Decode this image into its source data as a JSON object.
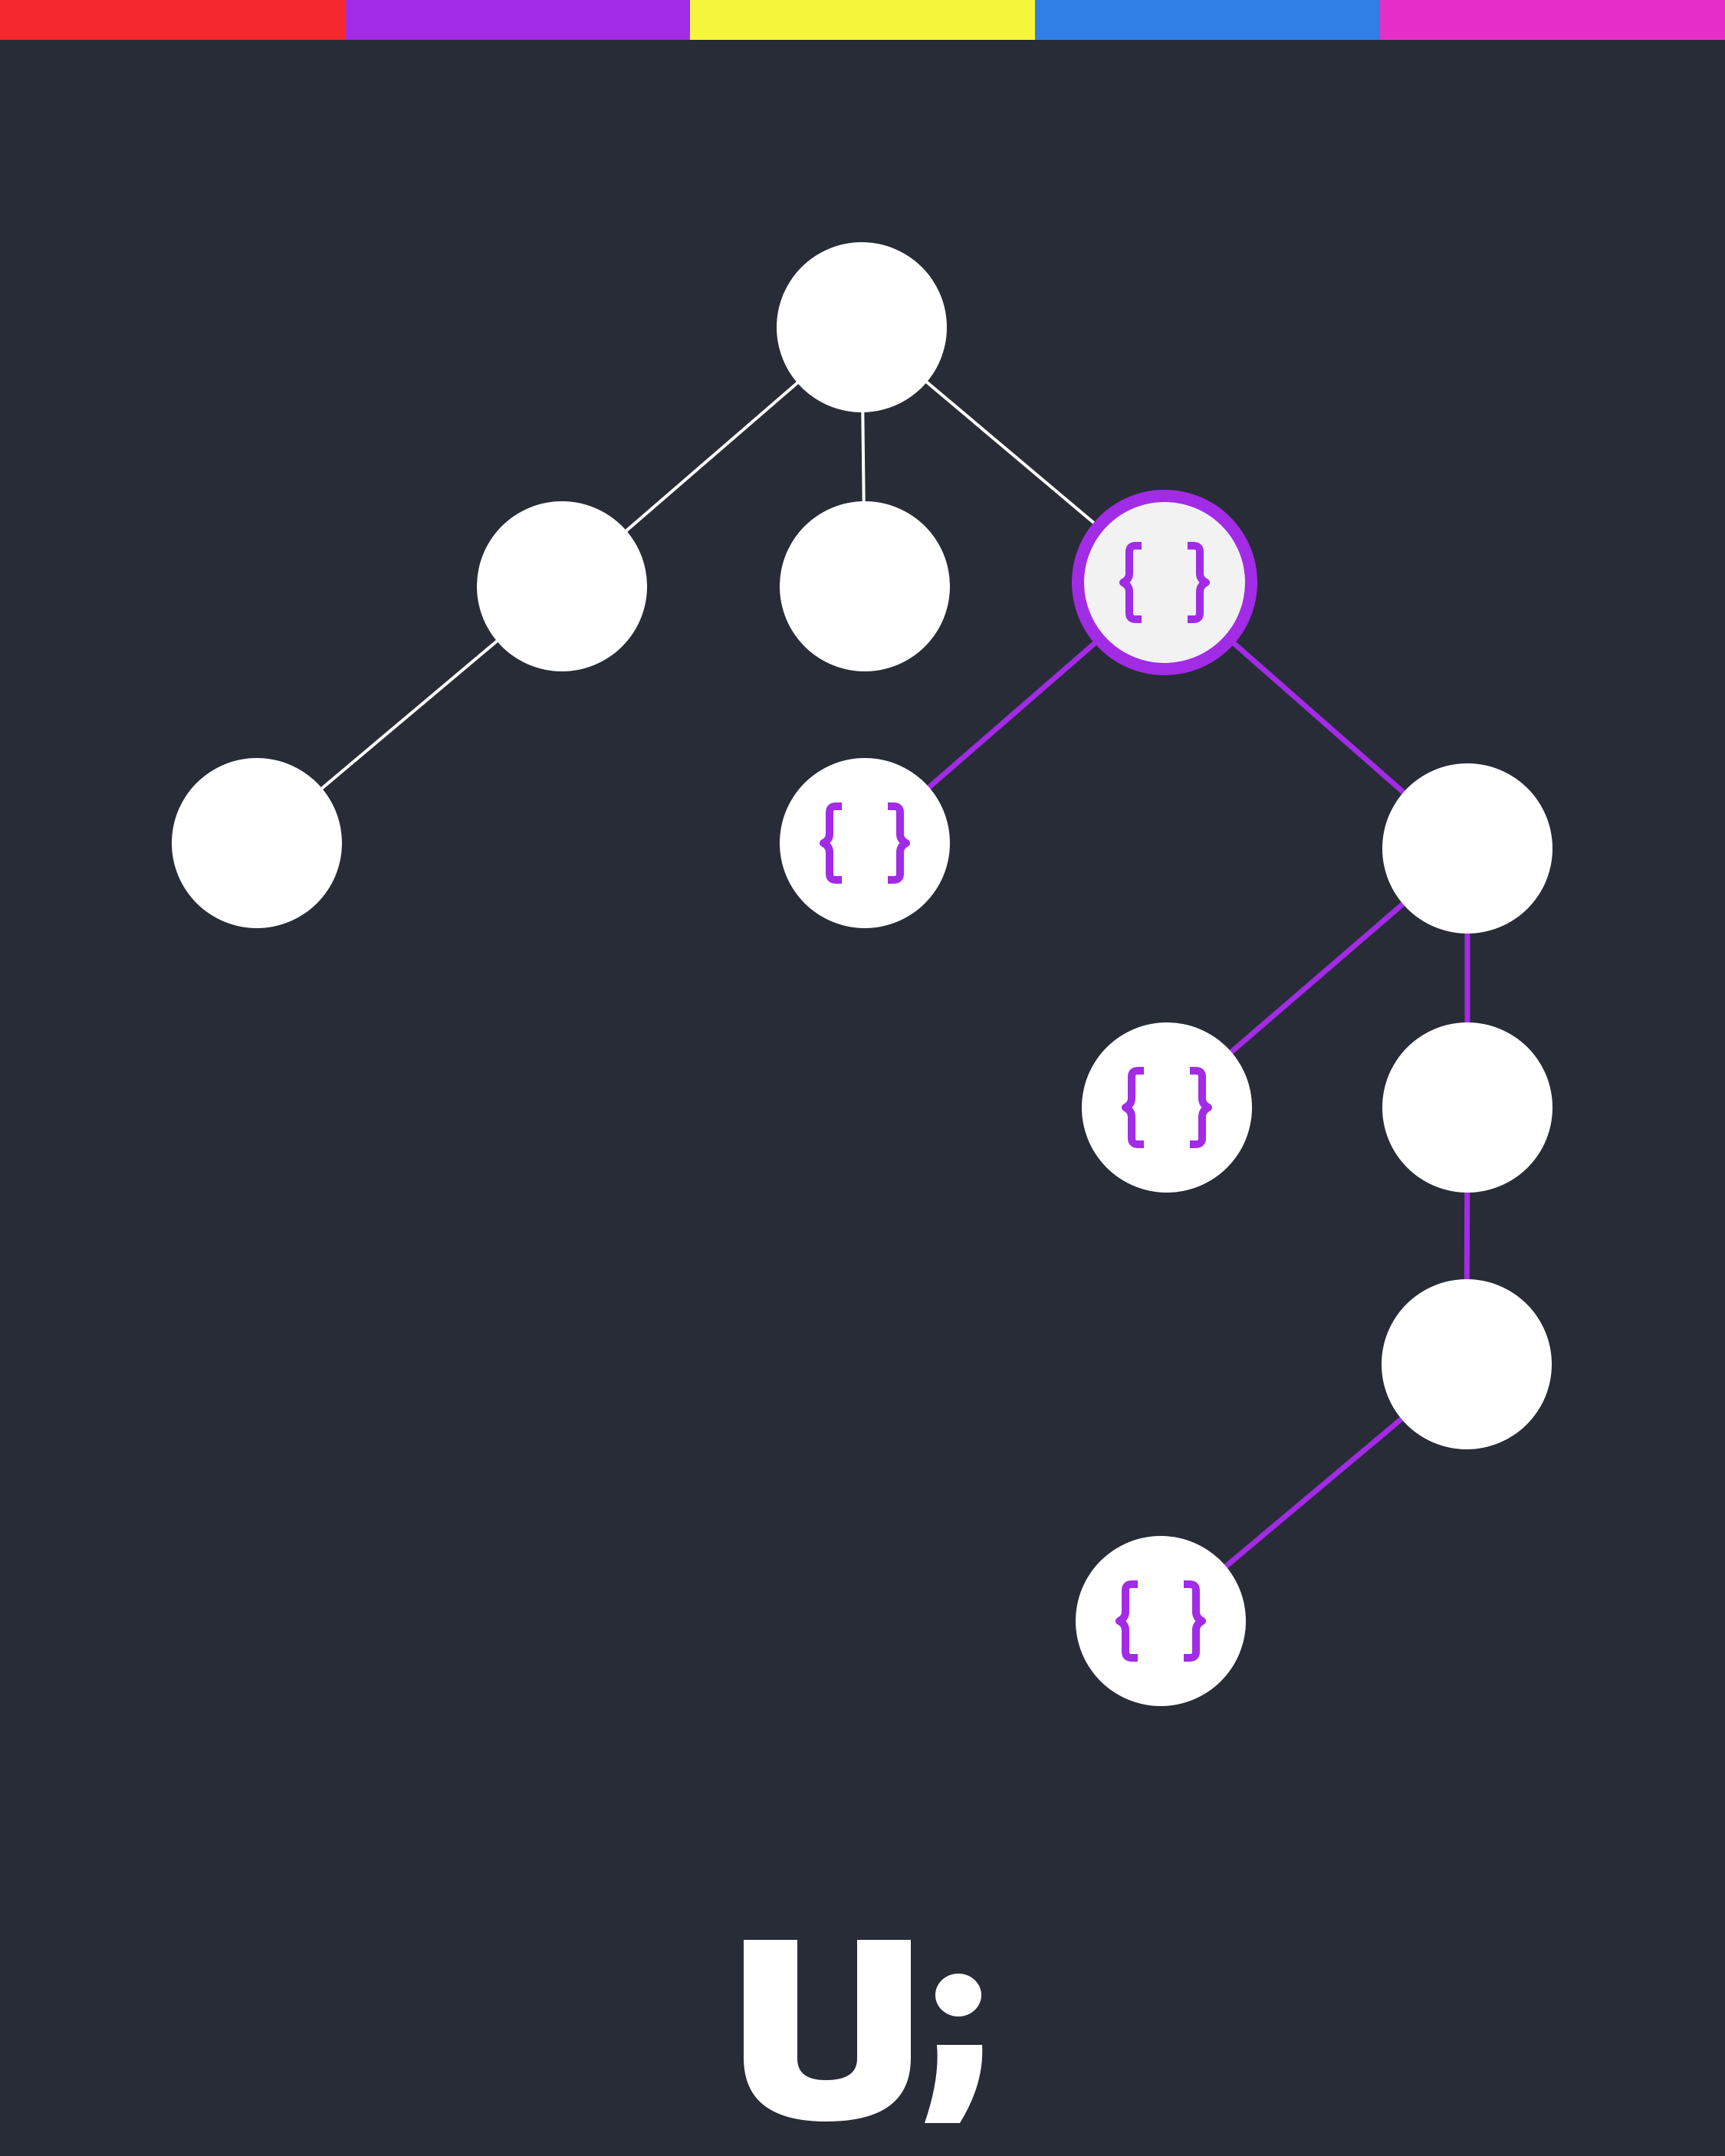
{
  "colors": {
    "background": "#282c36",
    "node_fill": "#ffffff",
    "selected_node_fill": "#f2f2f2",
    "accent": "#a22be6",
    "default_edge": "#ffffff",
    "stripes": [
      "#f5282d",
      "#a22be6",
      "#f5f53c",
      "#2f7fe6",
      "#e62fc8"
    ]
  },
  "tree": {
    "nodes": [
      {
        "id": "root",
        "icon": null,
        "selected": false
      },
      {
        "id": "a",
        "icon": null,
        "selected": false
      },
      {
        "id": "b",
        "icon": null,
        "selected": false
      },
      {
        "id": "c",
        "icon": "braces-icon",
        "selected": true
      },
      {
        "id": "a1",
        "icon": null,
        "selected": false
      },
      {
        "id": "c1",
        "icon": "braces-icon",
        "selected": false
      },
      {
        "id": "c2",
        "icon": null,
        "selected": false
      },
      {
        "id": "c2a",
        "icon": "braces-icon",
        "selected": false
      },
      {
        "id": "c2b",
        "icon": null,
        "selected": false
      },
      {
        "id": "c2b1",
        "icon": null,
        "selected": false
      },
      {
        "id": "c2b1a",
        "icon": "braces-icon",
        "selected": false
      }
    ],
    "edges": [
      {
        "from": "root",
        "to": "a",
        "highlight": false
      },
      {
        "from": "root",
        "to": "b",
        "highlight": false
      },
      {
        "from": "root",
        "to": "c",
        "highlight": false
      },
      {
        "from": "a",
        "to": "a1",
        "highlight": false
      },
      {
        "from": "c",
        "to": "c1",
        "highlight": true
      },
      {
        "from": "c",
        "to": "c2",
        "highlight": true
      },
      {
        "from": "c2",
        "to": "c2a",
        "highlight": true
      },
      {
        "from": "c2",
        "to": "c2b",
        "highlight": true
      },
      {
        "from": "c2b",
        "to": "c2b1",
        "highlight": true
      },
      {
        "from": "c2b1",
        "to": "c2b1a",
        "highlight": true
      }
    ]
  },
  "logo": {
    "text": "U;"
  }
}
